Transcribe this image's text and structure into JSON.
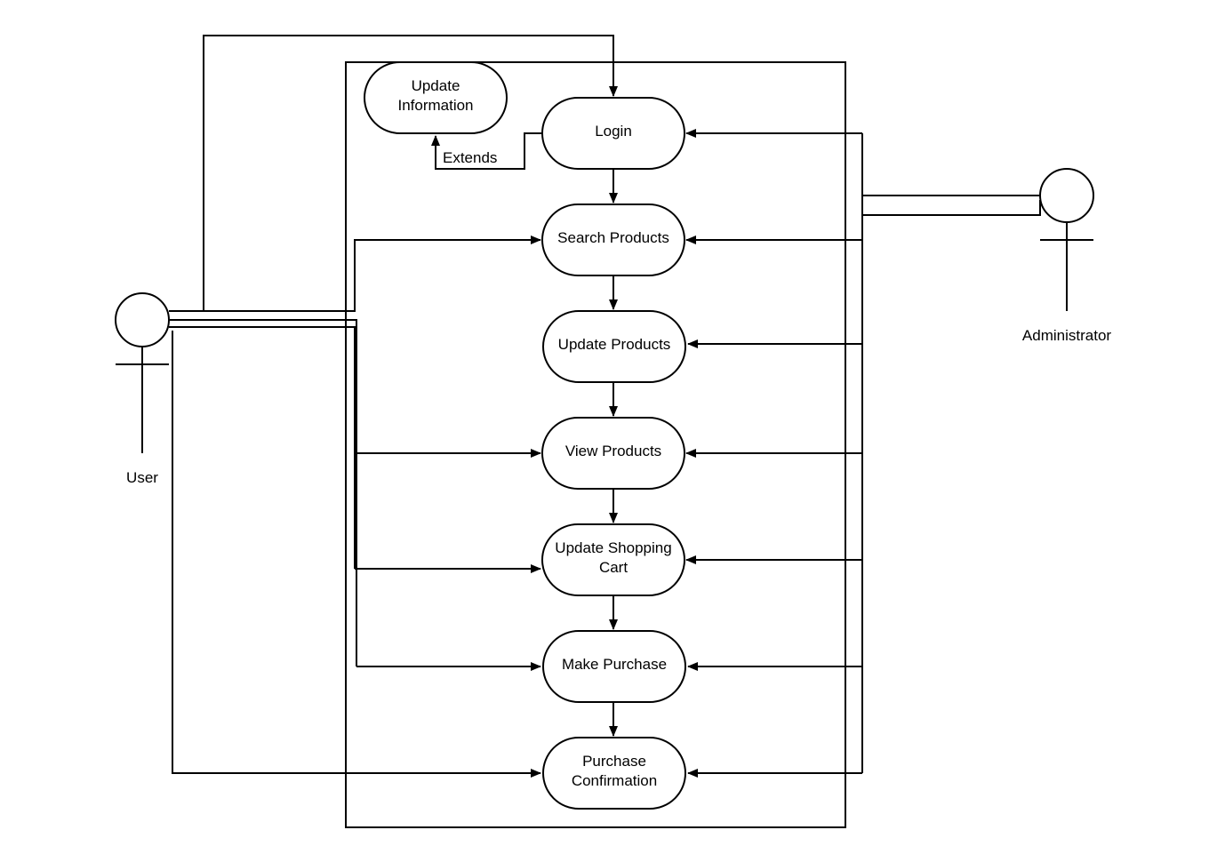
{
  "actors": {
    "user": "User",
    "administrator": "Administrator"
  },
  "use_cases": {
    "update_information": [
      "Update",
      "Information"
    ],
    "login": [
      "Login"
    ],
    "search_products": [
      "Search Products"
    ],
    "update_products": [
      "Update Products"
    ],
    "view_products": [
      "View Products"
    ],
    "update_shopping_cart": [
      "Update Shopping",
      "Cart"
    ],
    "make_purchase": [
      "Make Purchase"
    ],
    "purchase_confirmation": [
      "Purchase",
      "Confirmation"
    ]
  },
  "relationships": {
    "extends_label": "Extends"
  },
  "colors": {
    "stroke": "#000000",
    "background": "#ffffff"
  }
}
